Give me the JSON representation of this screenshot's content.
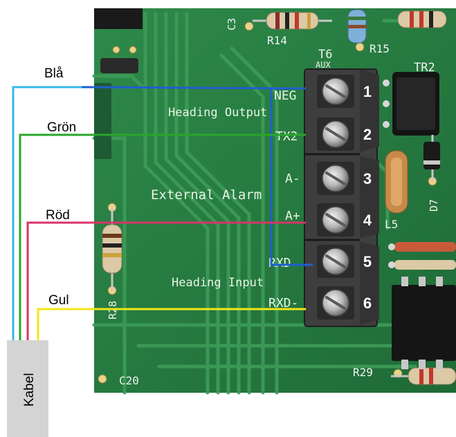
{
  "wires": [
    {
      "label": "Blå",
      "color": "#1f5fd0"
    },
    {
      "label": "Grön",
      "color": "#2aa52a"
    },
    {
      "label": "Röd",
      "color": "#d8336a"
    },
    {
      "label": "Gul",
      "color": "#f2e61a"
    }
  ],
  "cable_outer_color": "#35b8e8",
  "cable": {
    "label": "Kabel"
  },
  "terminals": [
    "1",
    "2",
    "3",
    "4",
    "5",
    "6"
  ],
  "pcb": {
    "sections": {
      "heading_output": "Heading Output",
      "external_alarm": "External Alarm",
      "heading_input": "Heading Input"
    },
    "pin_labels": {
      "neg": "NEG",
      "tx2": "TX2",
      "a_minus": "A-",
      "a_plus": "A+",
      "rxd_plus": "RXD",
      "rxd_minus": "RXD-"
    },
    "components": {
      "t6": "T6",
      "aux": "AUX",
      "tr2": "TR2",
      "r14": "R14",
      "r15": "R15",
      "r28": "R28",
      "r29": "R29",
      "c20": "C20",
      "c3": "C3",
      "l5": "L5",
      "d7": "D7"
    }
  }
}
